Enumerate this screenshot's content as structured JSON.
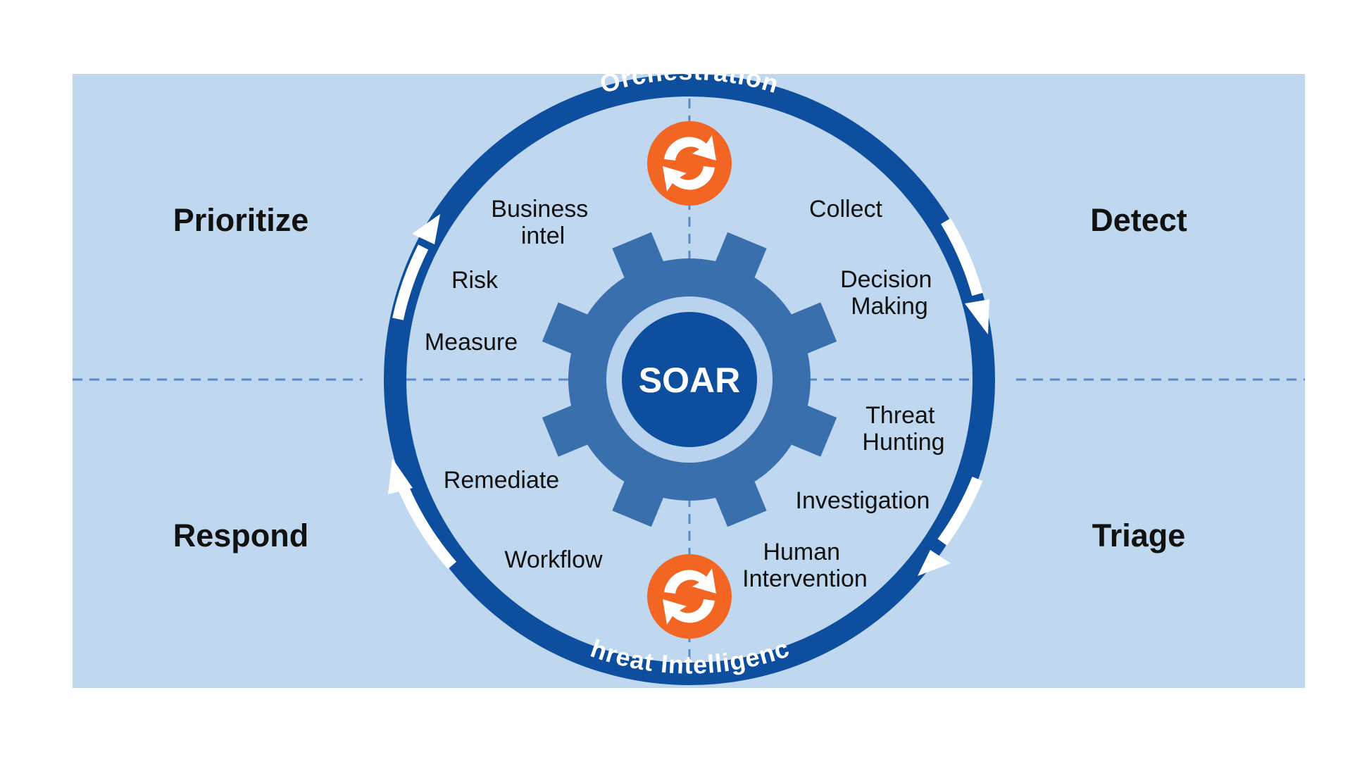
{
  "colors": {
    "background": "#ffffff",
    "panel": "#bfd7ef",
    "ring": "#0d4f9e",
    "gear": "#3a6fae",
    "gear_hub_ring": "#b9d3ee",
    "core": "#0d4f9e",
    "accent_orange": "#f26522",
    "divider": "#5b8bc5",
    "arrow": "#ffffff"
  },
  "quadrants": {
    "top_left": "Prioritize",
    "top_right": "Detect",
    "bottom_left": "Respond",
    "bottom_right": "Triage"
  },
  "ring_labels": {
    "top": "Orchestration",
    "bottom": "Threat Intelligence"
  },
  "core_label": "SOAR",
  "terms": {
    "business_intel": [
      "Business",
      "intel"
    ],
    "risk": [
      "Risk"
    ],
    "measure": [
      "Measure"
    ],
    "collect": [
      "Collect"
    ],
    "decision_making": [
      "Decision",
      "Making"
    ],
    "threat_hunting": [
      "Threat",
      "Hunting"
    ],
    "investigation": [
      "Investigation"
    ],
    "human_intervention": [
      "Human",
      "Intervention"
    ],
    "remediate": [
      "Remediate"
    ],
    "workflow": [
      "Workflow"
    ]
  },
  "icons": {
    "top_cycle": "orange-cycle-icon",
    "bottom_cycle": "orange-cycle-icon",
    "arrows": "curved-arrow-icon"
  }
}
